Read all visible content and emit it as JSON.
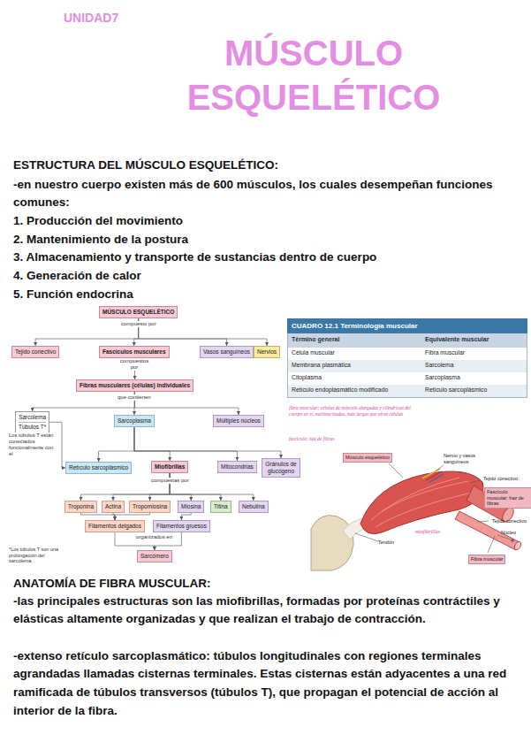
{
  "diagram": {
    "title": "MÚSCULO ESQUELÉTICO",
    "nodes": [
      {
        "text": [
          "MÚSCULO ESQUELÉTICO"
        ]
      },
      {
        "text": [
          "Tejido conectivo"
        ]
      },
      {
        "text": [
          "Fascículos musculares"
        ]
      },
      {
        "text": [
          "Vasos sanguíneos"
        ]
      },
      {
        "text": [
          "Nervios"
        ]
      },
      {
        "text": [
          "Fibras musculares (células) individuales"
        ]
      },
      {
        "text": [
          "Sarcolema",
          "Túbulos T*"
        ]
      },
      {
        "text": [
          "Sarcoplasma"
        ]
      },
      {
        "text": [
          "Múltiples núcleos"
        ]
      },
      {
        "text": [
          "Retículo sarcoplásmico"
        ]
      },
      {
        "text": [
          "Miofibrillas"
        ]
      },
      {
        "text": [
          "Mitocondrias"
        ]
      },
      {
        "text": [
          "Gránulos de glucógeno"
        ]
      },
      {
        "text": [
          "Troponina"
        ]
      },
      {
        "text": [
          "Actina"
        ]
      },
      {
        "text": [
          "Tropomiosina"
        ]
      },
      {
        "text": [
          "Miosina"
        ]
      },
      {
        "text": [
          "Titina"
        ]
      },
      {
        "text": [
          "Nebulina"
        ]
      },
      {
        "text": [
          "Filamentos delgados"
        ]
      },
      {
        "text": [
          "Filamentos gruesos"
        ]
      },
      {
        "text": [
          "Sarcómero"
        ]
      }
    ],
    "edges": [
      {
        "from": 0,
        "to": 1,
        "arrow": "to"
      },
      {
        "from": 0,
        "to": 2,
        "arrow": "to"
      },
      {
        "from": 0,
        "to": 3,
        "arrow": "to"
      },
      {
        "from": 0,
        "to": 4,
        "arrow": "to"
      },
      {
        "from": 2,
        "to": 5,
        "arrow": "to"
      },
      {
        "from": 5,
        "to": 6,
        "arrow": "to"
      },
      {
        "from": 5,
        "to": 7,
        "arrow": "to"
      },
      {
        "from": 5,
        "to": 8,
        "arrow": "to"
      },
      {
        "from": 6,
        "to": 9,
        "label": "Los túbulos T están conectados funcionalmente con el",
        "arrow": "to"
      },
      {
        "from": 7,
        "to": 9,
        "arrow": "to"
      },
      {
        "from": 7,
        "to": 10,
        "arrow": "to"
      },
      {
        "from": 7,
        "to": 11,
        "arrow": "to"
      },
      {
        "from": 7,
        "to": 12,
        "arrow": "to"
      },
      {
        "from": 10,
        "to": 13,
        "arrow": "to"
      },
      {
        "from": 10,
        "to": 14,
        "arrow": "to"
      },
      {
        "from": 10,
        "to": 15,
        "arrow": "to"
      },
      {
        "from": 10,
        "to": 16,
        "arrow": "to"
      },
      {
        "from": 10,
        "to": 17,
        "arrow": "to"
      },
      {
        "from": 10,
        "to": 18,
        "arrow": "to"
      },
      {
        "from": 13,
        "to": 19,
        "arrow": "to"
      },
      {
        "from": 14,
        "to": 19,
        "arrow": "to"
      },
      {
        "from": 15,
        "to": 19,
        "arrow": "to"
      },
      {
        "from": 16,
        "to": 20,
        "arrow": "to"
      },
      {
        "from": 19,
        "to": 21,
        "arrow": "to"
      },
      {
        "from": 20,
        "to": 21,
        "arrow": "to"
      }
    ],
    "labels": [
      "UNIDAD7",
      "ESTRUCTURA DEL MÚSCULO ESQUELÉTICO:",
      "-en nuestro cuerpo existen más de 600 músculos, los cuales desempeñan funciones comunes:",
      "1. Producción del movimiento",
      "2. Mantenimiento de la postura",
      "3. Almacenamiento y transporte de sustancias dentro de cuerpo",
      "4. Generación de calor",
      "5. Función endocrina",
      "compuesto por",
      "compuestos por",
      "que contienen",
      "compuestas por",
      "organizados en",
      "*Los túbulos T son una prolongación del sarcolema.",
      "CUADRO 12.1 Terminología muscular",
      "Término general",
      "Equivalente muscular",
      "Célula muscular",
      "Fibra muscular",
      "Membrana plasmática",
      "Sarcolema",
      "Citoplasma",
      "Sarcoplasma",
      "Retículo endoplasmático modificado",
      "Retículo sarcoplásmico",
      "fibra muscular: células de músculo alargadas y cilíndricas del cuerpo en sí, multinucleadas, más largas que otras células",
      "fascículo: haz de fibras",
      "Músculo esquelético",
      "Nervio y vasos sanguíneos",
      "Tejido conectivo",
      "Fascículo muscular: haz de fibras",
      "Tejido conectivo",
      "Núcleo",
      "Fibra muscular",
      "Tendón",
      "miofibrillas",
      "ANATOMÍA DE FIBRA MUSCULAR:",
      "-las principales estructuras son las miofibrillas, formadas por proteínas contráctiles y elásticas altamente organizadas y que realizan el trabajo de contracción.",
      "-extenso retículo  sarcoplasmático: túbulos longitudinales con regiones terminales agrandadas llamadas cisternas terminales. Estas cisternas están adyacentes a una red ramificada de túbulos transversos (túbulos T), que propagan el potencial de acción al interior de la fibra."
    ]
  }
}
